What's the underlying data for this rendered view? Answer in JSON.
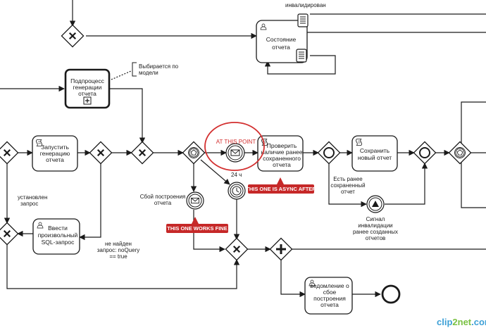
{
  "tasks": {
    "state_report": [
      "Состояние",
      "отчета"
    ],
    "subprocess": [
      "Подпроцесс",
      "генерации",
      "отчета"
    ],
    "start_generation": [
      "Запустить",
      "генерацию",
      "отчета"
    ],
    "check_saved": [
      "Проверить",
      "наличие ранее",
      "сохраненного",
      "отчета"
    ],
    "save_report": [
      "Сохранить",
      "новый отчет"
    ],
    "enter_sql": [
      "Ввести",
      "произвольный",
      "SQL-запрос"
    ],
    "notify_failure": [
      "ведомление о",
      "сбое",
      "построения",
      "отчета"
    ]
  },
  "labels": {
    "invalidated": "инвалидирован",
    "model_selected": [
      "Выбирается по",
      "модели"
    ],
    "query_set": [
      "установлен",
      "запрос"
    ],
    "query_not_found": [
      "не найден",
      "запрос: noQuery",
      "== true"
    ],
    "build_failure": [
      "Сбой построения",
      "отчета"
    ],
    "timer": "24 ч",
    "saved_exists": [
      "Есть ранее",
      "сохраненный",
      "отчет"
    ],
    "invalidation_signal": [
      "Сигнал",
      "инвалидации",
      "ранее созданных",
      "отчетов"
    ]
  },
  "annotations": {
    "at_this_point": "AT THIS POINT",
    "async_after": "THIS ONE IS ASYNC AFTER",
    "works_fine": "THIS ONE WORKS FINE"
  },
  "watermark": {
    "part1": "clip",
    "part2": "2net",
    "part3": ".com"
  },
  "colors": {
    "annotation_red": "#d32f2f",
    "callout_bg": "#c62828",
    "stroke": "#1a1a1a"
  }
}
